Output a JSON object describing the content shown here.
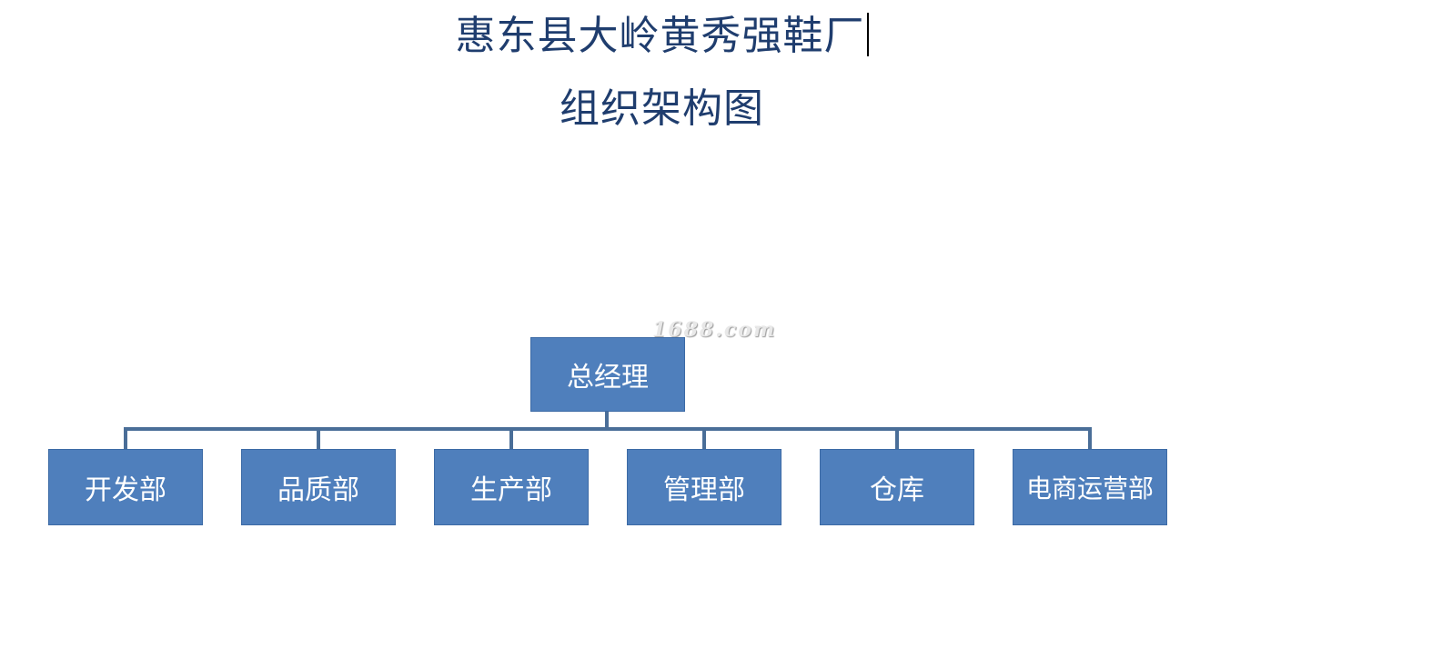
{
  "header": {
    "company_name": "惠东县大岭黄秀强鞋厂",
    "chart_title": "组织架构图"
  },
  "watermark": "1688.com",
  "org_chart": {
    "root": "总经理",
    "departments": [
      "开发部",
      "品质部",
      "生产部",
      "管理部",
      "仓库",
      "电商运营部"
    ]
  },
  "colors": {
    "node_fill": "#4f7fbc",
    "connector": "#4a6e98",
    "title_text": "#1f3d6e"
  }
}
